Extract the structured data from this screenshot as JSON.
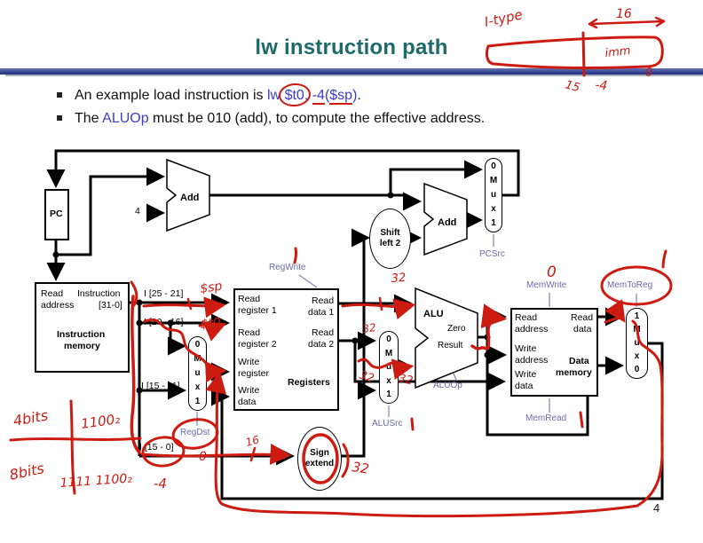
{
  "slide": {
    "title": "lw instruction path",
    "page_number": "4",
    "bullet1": {
      "pre": "An example load instruction is ",
      "lw": "lw ",
      "rt": "$t0",
      "comma": ", ",
      "imm": "-4",
      "paren_open": "(",
      "base": "$sp",
      "paren_close": ")",
      "period": "."
    },
    "bullet2": {
      "pre": "The ",
      "aluop": "ALUOp",
      "post": " must be 010 (add), to compute the effective address."
    }
  },
  "diagram": {
    "pc_label": "PC",
    "adder1_label": "Add",
    "adder2_label": "Add",
    "four_label": "4",
    "instruction_memory": {
      "read": "Read",
      "address": "address",
      "instruction": "Instruction",
      "range": "[31-0]",
      "title1": "Instruction",
      "title2": "memory"
    },
    "ifields": {
      "i25_21": "I [25 - 21]",
      "i20_16": "I [20 - 16]",
      "i15_11": "I [15 - 11]",
      "i15_0": "I [15 - 0]"
    },
    "registers": {
      "read1a": "Read",
      "read1b": "register 1",
      "read2a": "Read",
      "read2b": "register 2",
      "writerega": "Write",
      "writeregb": "register",
      "writedataa": "Write",
      "writedatab": "data",
      "rd1a": "Read",
      "rd1b": "data 1",
      "rd2a": "Read",
      "rd2b": "data 2",
      "title": "Registers"
    },
    "data_memory": {
      "reada": "Read",
      "readb": "address",
      "writea": "Write",
      "writeb": "address",
      "wdataa": "Write",
      "wdatab": "data",
      "rdataa": "Read",
      "rdatab": "data",
      "title1": "Data",
      "title2": "memory"
    },
    "alu": {
      "title": "ALU",
      "zero": "Zero",
      "result": "Result"
    },
    "shift_left": {
      "l1": "Shift",
      "l2": "left 2"
    },
    "sign_extend": {
      "l1": "Sign",
      "l2": "extend"
    },
    "mux_pcsrc": [
      "0",
      "M",
      "u",
      "x",
      "1"
    ],
    "mux_regdst": [
      "0",
      "M",
      "u",
      "x",
      "1"
    ],
    "mux_alusrc": [
      "0",
      "M",
      "u",
      "x",
      "1"
    ],
    "mux_memtoreg": [
      "1",
      "M",
      "u",
      "x",
      "0"
    ],
    "controls": {
      "regwrite": "RegWrite",
      "pcsrc": "PCSrc",
      "regdst": "RegDst",
      "alusrc": "ALUSrc",
      "aluop": "ALUOp",
      "memwrite": "MemWrite",
      "memread": "MemRead",
      "memtoreg": "MemToReg"
    }
  },
  "annotations": {
    "itype": "I-type",
    "width16": "16",
    "imm": "imm",
    "bit0": "0",
    "bit15": "15",
    "minus4": "-4",
    "rs_value": "$sp",
    "rt_value": "$t0",
    "regwrite_value": "1",
    "memwrite_value": "0",
    "memtoreg_value": "1",
    "alusrc_value": "1",
    "memread_value": "1",
    "width32": "32",
    "width16_small": "16",
    "sign_zero": "0",
    "four_bits": "4bits",
    "four_bits_value": "1100₂",
    "eight_bits": "8bits",
    "eight_bits_value": "1111 1100₂",
    "eight_bits_result": "-4"
  },
  "colors": {
    "title": "#1d6a6a",
    "rule_blue": "#4a5aa2",
    "blue_text": "#3c3ccc",
    "control_label": "#6a6aaa",
    "annotation_red": "#cc1b11",
    "wire_black": "#000000"
  }
}
